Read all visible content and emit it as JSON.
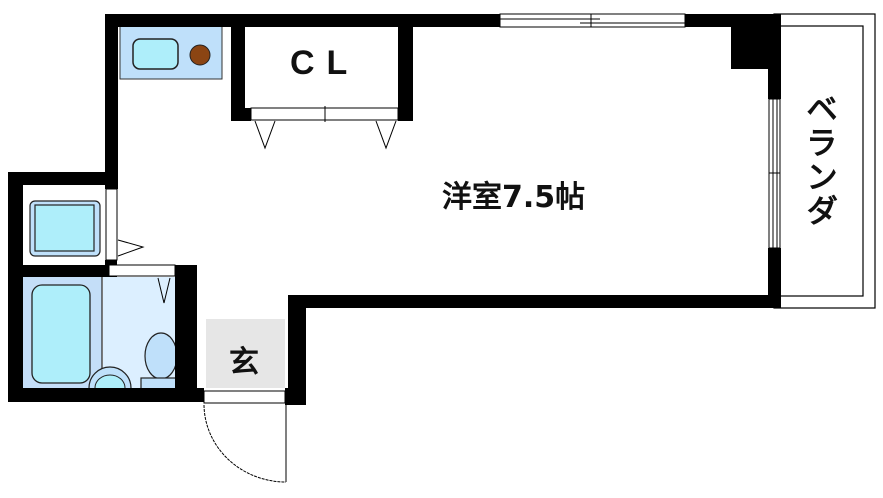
{
  "floorplan": {
    "rooms": {
      "closet": {
        "label": "CL"
      },
      "western_room": {
        "label": "洋室7.5帖"
      },
      "entrance": {
        "label": "玄"
      },
      "veranda": {
        "label": "ベランダ"
      }
    },
    "fixtures": [
      "kitchen-sink",
      "stove-burner",
      "washbasin",
      "bathtub",
      "toilet"
    ],
    "colors": {
      "wall": "#000000",
      "fixture_fill": "#aeeefa",
      "kitchen_counter": "#bfe0fa",
      "bath_floor": "#c4def8",
      "toilet_floor": "#dcefff",
      "entrance_floor": "#e6e6e6",
      "burner": "#8b4513"
    }
  }
}
